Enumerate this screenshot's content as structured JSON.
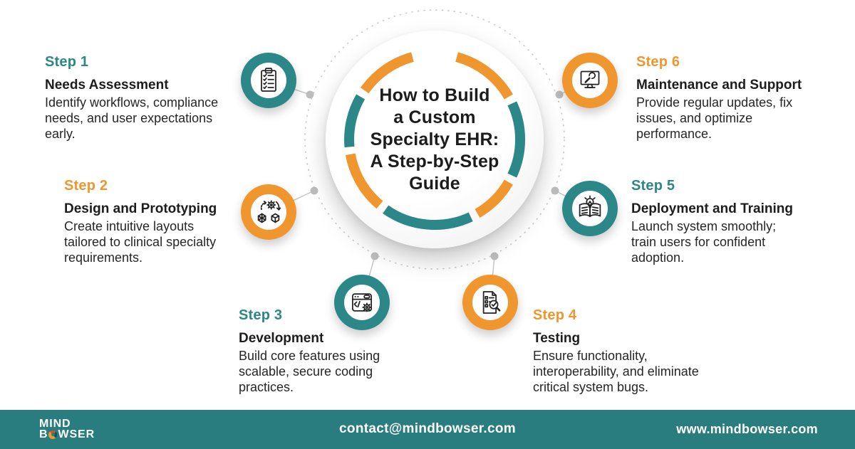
{
  "accent": {
    "teal": "#2B8788",
    "orange": "#F0962E",
    "footer_teal": "#2A7D7E",
    "text_dark": "#1d1d1d",
    "connector_gray": "#c6c6c6"
  },
  "center": {
    "title_lines": [
      "How to Build",
      "a Custom",
      "Specialty EHR:",
      "A Step-by-Step",
      "Guide"
    ]
  },
  "steps": [
    {
      "label": "Step 1",
      "title": "Needs Assessment",
      "description": "Identify workflows, compliance needs, and user expectations early.",
      "color": "teal",
      "icon": "clipboard-checklist-icon"
    },
    {
      "label": "Step 2",
      "title": "Design and Prototyping",
      "description": "Create intuitive layouts tailored to clinical specialty requirements.",
      "color": "orange",
      "icon": "gear-prototype-icon"
    },
    {
      "label": "Step 3",
      "title": "Development",
      "description": "Build core features using scalable, secure coding practices.",
      "color": "teal",
      "icon": "code-window-icon"
    },
    {
      "label": "Step 4",
      "title": "Testing",
      "description": "Ensure functionality, interoperability, and eliminate critical system bugs.",
      "color": "orange",
      "icon": "document-magnifier-icon"
    },
    {
      "label": "Step 5",
      "title": "Deployment and Training",
      "description": "Launch system smoothly; train users for confident adoption.",
      "color": "teal",
      "icon": "book-lightbulb-icon"
    },
    {
      "label": "Step 6",
      "title": "Maintenance and Support",
      "description": "Provide regular updates, fix issues, and optimize performance.",
      "color": "orange",
      "icon": "monitor-wrench-icon"
    }
  ],
  "footer": {
    "logo_line1": "MIND",
    "logo_line2_prefix": "B",
    "logo_line2_suffix": "WSER",
    "email": "contact@mindbowser.com",
    "website": "www.mindbowser.com"
  }
}
